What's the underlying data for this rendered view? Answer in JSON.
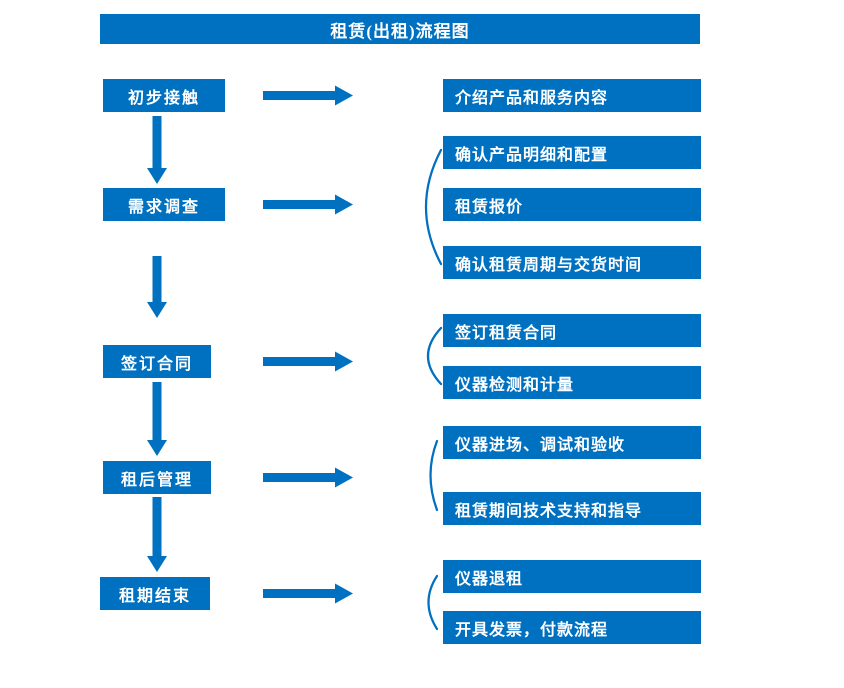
{
  "title": "租赁(出租)流程图",
  "colors": {
    "primary_blue": "#0070C0",
    "box_text": "#FFFFFF",
    "background": "#FFFFFF"
  },
  "stages": [
    {
      "label": "初步接触",
      "details": [
        "介绍产品和服务内容"
      ]
    },
    {
      "label": "需求调查",
      "details": [
        "确认产品明细和配置",
        "租赁报价",
        "确认租赁周期与交货时间"
      ]
    },
    {
      "label": "签订合同",
      "details": [
        "签订租赁合同",
        "仪器检测和计量"
      ]
    },
    {
      "label": "租后管理",
      "details": [
        "仪器进场、调试和验收",
        "租赁期间技术支持和指导"
      ]
    },
    {
      "label": "租期结束",
      "details": [
        "仪器退租",
        "开具发票，付款流程"
      ]
    }
  ]
}
